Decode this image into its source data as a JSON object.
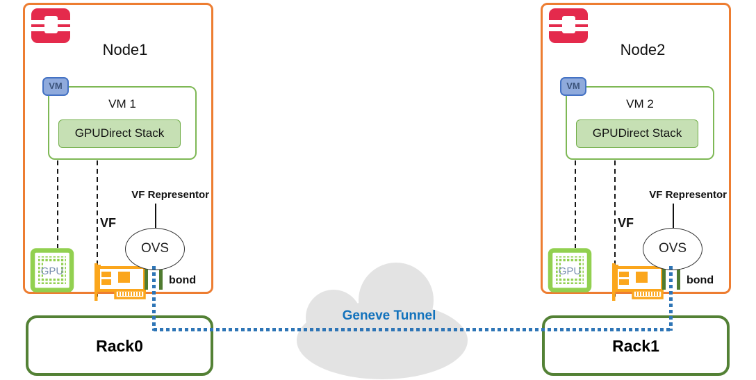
{
  "diagram": {
    "nodes": [
      {
        "title": "Node1",
        "vm": {
          "badge": "VM",
          "title": "VM 1",
          "stack": "GPUDirect Stack"
        },
        "labels": {
          "vf": "VF",
          "vf_representor": "VF Representor",
          "ovs": "OVS",
          "bond": "bond",
          "gpu": "GPU"
        }
      },
      {
        "title": "Node2",
        "vm": {
          "badge": "VM",
          "title": "VM 2",
          "stack": "GPUDirect Stack"
        },
        "labels": {
          "vf": "VF",
          "vf_representor": "VF Representor",
          "ovs": "OVS",
          "bond": "bond",
          "gpu": "GPU"
        }
      }
    ],
    "racks": [
      {
        "label": "Rack0"
      },
      {
        "label": "Rack1"
      }
    ],
    "tunnel": {
      "label": "Geneve Tunnel"
    },
    "icons": [
      "openstack-logo-icon",
      "vm-badge-icon",
      "gpu-chip-icon",
      "nic-card-icon",
      "ovs-ellipse",
      "bond-links-icon",
      "cloud-icon"
    ],
    "colors": {
      "node_border": "#ED7D31",
      "vm_border": "#7EB855",
      "stack_fill": "#C6E0B4",
      "stack_border": "#70AD47",
      "rack_border": "#538135",
      "gpu_green": "#92D050",
      "nic_orange": "#FBA61C",
      "bond_green": "#4F7B30",
      "tunnel_blue": "#2E75B6",
      "tunnel_text_blue": "#1272BC",
      "openstack_red": "#E42A4C",
      "vm_badge_fill": "#8FAADC",
      "vm_badge_border": "#4472C4",
      "cloud_fill": "#E3E3E3"
    }
  }
}
